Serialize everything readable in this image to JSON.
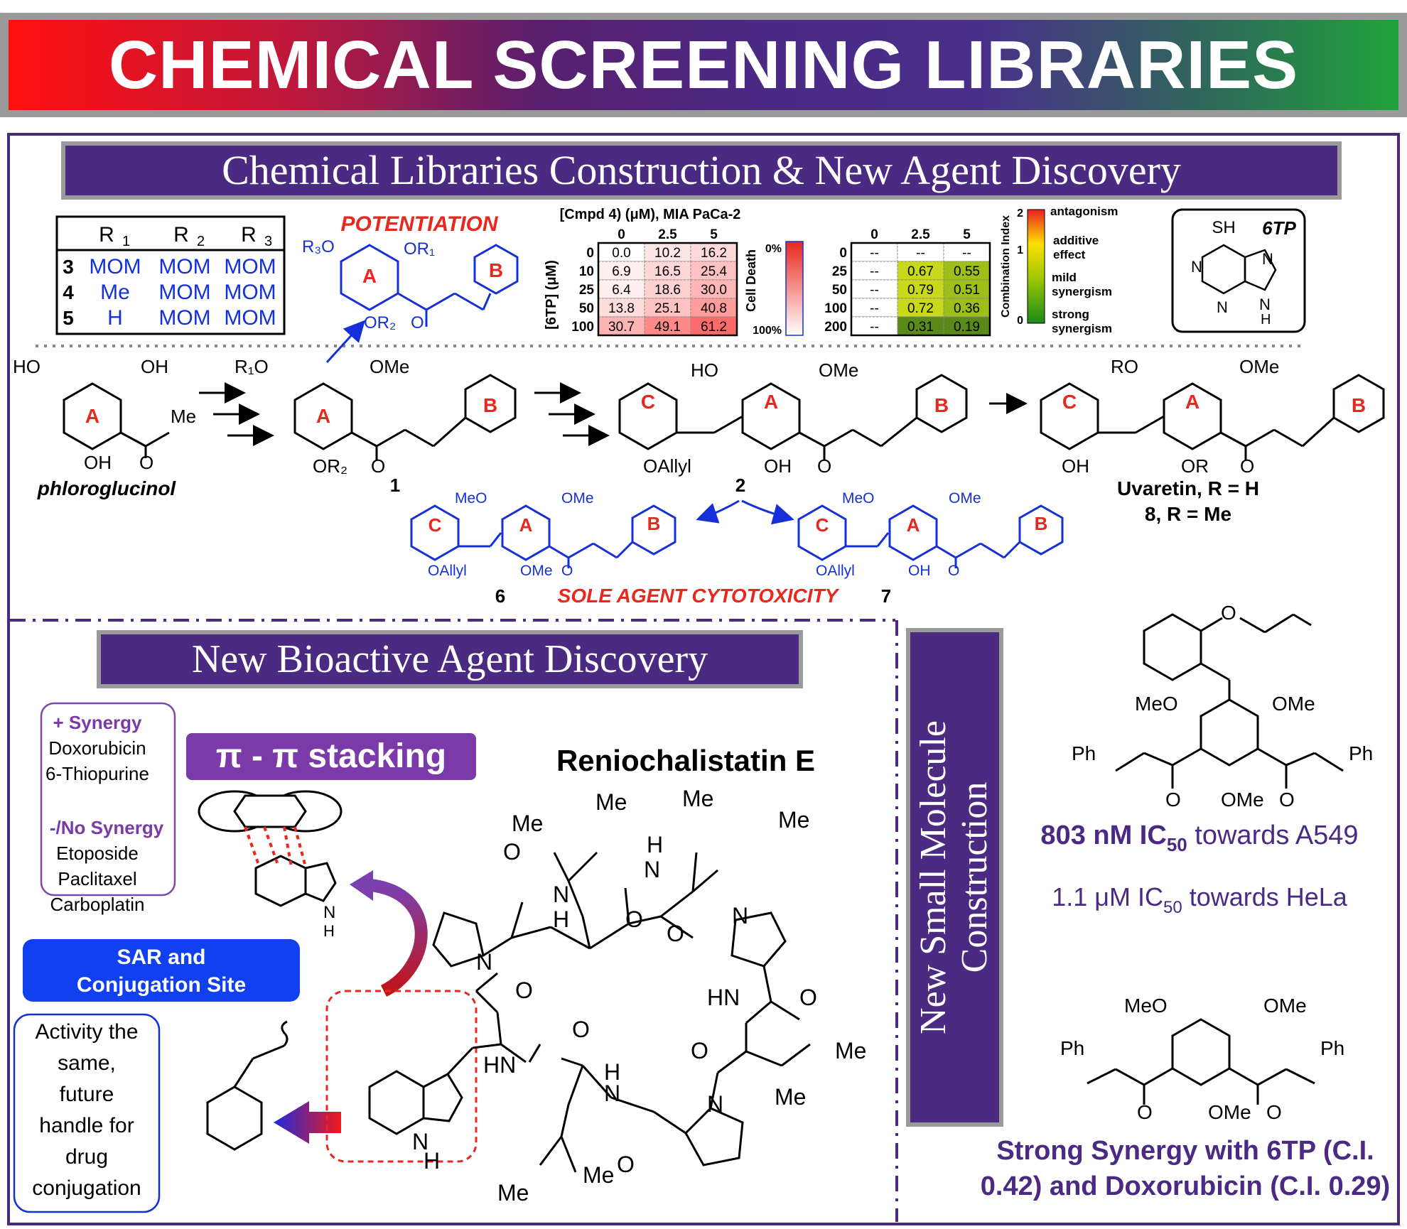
{
  "banner": {
    "title": "CHEMICAL SCREENING LIBRARIES"
  },
  "section_top": {
    "title": "Chemical Libraries Construction & New Agent Discovery"
  },
  "section_bottom_left": {
    "title": "New Bioactive Agent Discovery"
  },
  "section_bottom_right": {
    "title_line1": "New Small Molecule",
    "title_line2": "Construction"
  },
  "rgroup_table": {
    "headers": [
      "R",
      "R",
      "R"
    ],
    "header_subs": [
      "1",
      "2",
      "3"
    ],
    "rows": [
      {
        "id": "3",
        "r1": "MOM",
        "r2": "MOM",
        "r3": "MOM"
      },
      {
        "id": "4",
        "r1": "Me",
        "r2": "MOM",
        "r3": "MOM"
      },
      {
        "id": "5",
        "r1": "H",
        "r2": "MOM",
        "r3": "MOM"
      }
    ]
  },
  "labels": {
    "potentiation": "POTENTIATION",
    "sole_agent": "SOLE AGENT CYTOTOXICITY",
    "phloroglucinol": "phloroglucinol",
    "uvaretin": "Uvaretin, R = H",
    "uvaretin_me": "8, R = Me",
    "reniochalistatin": "Reniochalistatin E",
    "pi_stacking": "π - π stacking",
    "sar": "SAR and Conjugation Site",
    "sar_line1": "SAR and",
    "sar_line2": "Conjugation Site",
    "tp_label": "6TP",
    "cmpd1": "1",
    "cmpd2": "2",
    "cmpd6": "6",
    "cmpd7": "7"
  },
  "synergy_box": {
    "plus_title": "+ Synergy",
    "plus_items": [
      "Doxorubicin",
      "6-Thiopurine"
    ],
    "no_title": "-/No Synergy",
    "no_items": [
      "Etoposide",
      "Paclitaxel",
      "Carboplatin"
    ]
  },
  "activity_box": {
    "lines": [
      "Activity the",
      "same,",
      "future",
      "handle for",
      "drug",
      "conjugation"
    ]
  },
  "right_panel": {
    "ic50_a549_value": "803 nM IC",
    "ic50_sub": "50",
    "ic50_a549_rest": "towards A549",
    "ic50_hela_value": "1.1 μM IC",
    "ic50_hela_rest": "towards HeLa",
    "synergy_line1": "Strong Synergy with 6TP (C.I.",
    "synergy_line2": "0.42) and Doxorubicin (C.I. 0.29)"
  },
  "heatmap_death": {
    "title": "[Cmpd 4) (μM), MIA PaCa-2",
    "ylabel": "[6TP] (μM)",
    "col_headers": [
      "0",
      "2.5",
      "5"
    ],
    "row_headers": [
      "0",
      "10",
      "25",
      "50",
      "100"
    ],
    "values": [
      [
        "0.0",
        "10.2",
        "16.2"
      ],
      [
        "6.9",
        "16.5",
        "25.4"
      ],
      [
        "6.4",
        "18.6",
        "30.0"
      ],
      [
        "13.8",
        "25.1",
        "40.8"
      ],
      [
        "30.7",
        "49.1",
        "61.2"
      ]
    ],
    "numeric": [
      [
        0.0,
        10.2,
        16.2
      ],
      [
        6.9,
        16.5,
        25.4
      ],
      [
        6.4,
        18.6,
        30.0
      ],
      [
        13.8,
        25.1,
        40.8
      ],
      [
        30.7,
        49.1,
        61.2
      ]
    ],
    "scale_label": "Cell Death",
    "scale_top": "0%",
    "scale_bottom": "100%"
  },
  "heatmap_ci": {
    "col_headers": [
      "0",
      "2.5",
      "5"
    ],
    "row_headers": [
      "0",
      "25",
      "50",
      "100",
      "200"
    ],
    "values": [
      [
        "--",
        "--",
        "--"
      ],
      [
        "--",
        "0.67",
        "0.55"
      ],
      [
        "--",
        "0.79",
        "0.51"
      ],
      [
        "--",
        "0.72",
        "0.36"
      ],
      [
        "--",
        "0.31",
        "0.19"
      ]
    ],
    "scale_label": "Combination Index",
    "ticks": [
      "2",
      "1",
      "0"
    ],
    "legend": [
      "antagonism",
      "additive",
      "effect",
      "mild",
      "synergism",
      "strong",
      "synergism"
    ]
  },
  "colors": {
    "purple": "#4b2a82",
    "red": "#e8281e",
    "blue": "#1530d8",
    "text_purple": "#4a2a82"
  }
}
